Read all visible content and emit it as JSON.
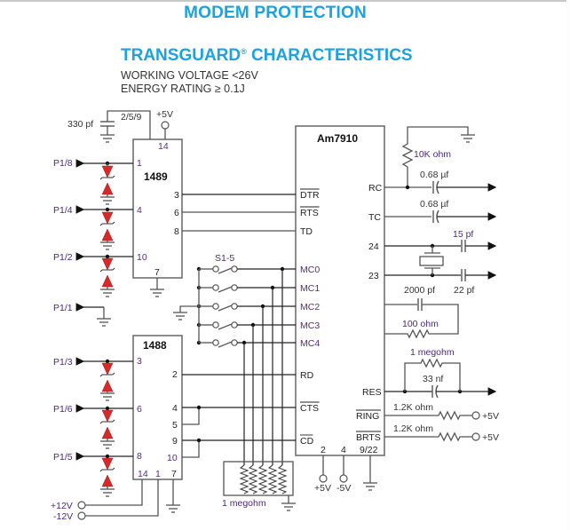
{
  "header": {
    "title": "MODEM PROTECTION",
    "subtitle": "TRANSGUARD",
    "subtitle_mark": "®",
    "subtitle_rest": " CHARACTERISTICS",
    "spec_lines": [
      "WORKING VOLTAGE <26V",
      "ENERGY RATING ≥ 0.1J"
    ]
  },
  "colors": {
    "heading": "#1aa3e0",
    "tvs_diode": "#d42a2a",
    "wire": "#555555"
  },
  "chips": {
    "c1489": {
      "name": "1489",
      "pins": {
        "p1": "1",
        "p4": "4",
        "p10": "10",
        "p3": "3",
        "p6": "6",
        "p8": "8",
        "p7": "7",
        "p14": "14"
      },
      "supply_label": "+5V",
      "cap_label": "330 pf",
      "cap_pins": "2/5/9"
    },
    "c1488": {
      "name": "1488",
      "pins": {
        "p3": "3",
        "p6": "6",
        "p8": "8",
        "p2": "2",
        "p4": "4",
        "p5": "5",
        "p9": "9",
        "p10": "10",
        "p14": "14",
        "p1": "1",
        "p7": "7"
      }
    },
    "am7910": {
      "name": "Am7910",
      "left_pins": [
        "DTR",
        "RTS",
        "TD",
        "MC0",
        "MC1",
        "MC2",
        "MC3",
        "MC4",
        "RD",
        "CTS",
        "CD"
      ],
      "right_pins": [
        "RC",
        "TC",
        "24",
        "23",
        "RES",
        "RING",
        "BRTS"
      ],
      "bottom_pins": [
        "2",
        "4",
        "9/22"
      ],
      "bottom_supplies": [
        "+5V",
        "-5V"
      ]
    }
  },
  "connectors": [
    "P1/8",
    "P1/4",
    "P1/2",
    "P1/1",
    "P1/3",
    "P1/6",
    "P1/5"
  ],
  "supplies": {
    "plus12": "+12V",
    "minus12": "-12V"
  },
  "switch_label": "S1-5",
  "components": {
    "pulldown_array": "1 megohm",
    "r_10k": "10K ohm",
    "c_rc": "0.68 µf",
    "c_tc": "0.68 µf",
    "c_15": "15 pf",
    "c_22": "22 pf",
    "c_2000": "2000 pf",
    "r_100": "100 ohm",
    "r_1meg": "1 megohm",
    "c_33": "33 nf",
    "r_ring": "1.2K ohm",
    "r_brts": "1.2K ohm",
    "ring_supply": "+5V",
    "brts_supply": "+5V"
  }
}
